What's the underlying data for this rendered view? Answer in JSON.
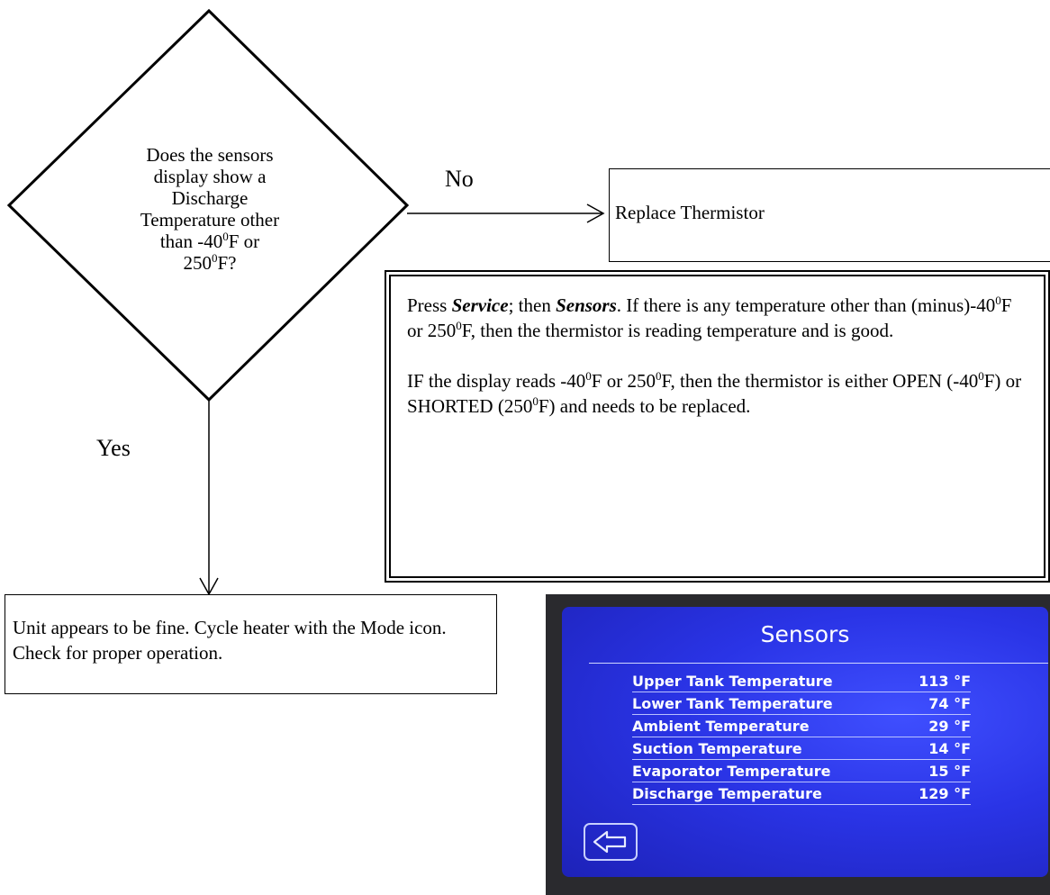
{
  "flowchart": {
    "decision": {
      "line1": "Does the sensors",
      "line2": "display show a",
      "line3": "Discharge",
      "line4": "Temperature other",
      "line5_pre": "than -40",
      "line5_sup": "0",
      "line5_post": "F or",
      "line6_pre": "250",
      "line6_sup": "0",
      "line6_post": "F?"
    },
    "edge_no_label": "No",
    "edge_yes_label": "Yes",
    "replace_box": "Replace Thermistor",
    "fine_box": "Unit appears to be fine. Cycle heater with the Mode icon. Check for proper operation."
  },
  "note": {
    "p1_a": "Press ",
    "p1_service": "Service",
    "p1_b": "; then ",
    "p1_sensors": "Sensors",
    "p1_c": ". If there is any temperature other than (minus)-40",
    "p1_sup1": "0",
    "p1_d": "F or 250",
    "p1_sup2": "0",
    "p1_e": "F, then the thermistor is reading temperature and is good.",
    "p2_a": "IF the display reads -40",
    "p2_sup1": "0",
    "p2_b": "F or 250",
    "p2_sup2": "0",
    "p2_c": "F, then the thermistor is either OPEN (-40",
    "p2_sup3": "0",
    "p2_d": "F) or SHORTED (250",
    "p2_sup4": "0",
    "p2_e": "F) and needs to be replaced."
  },
  "screen": {
    "title": "Sensors",
    "rows": [
      {
        "label": "Upper Tank Temperature",
        "value": "113 °F"
      },
      {
        "label": "Lower Tank Temperature",
        "value": "74 °F"
      },
      {
        "label": "Ambient Temperature",
        "value": "29 °F"
      },
      {
        "label": "Suction Temperature",
        "value": "14 °F"
      },
      {
        "label": "Evaporator Temperature",
        "value": "15 °F"
      },
      {
        "label": "Discharge Temperature",
        "value": "129 °F"
      }
    ],
    "back_icon": "back-arrow-icon"
  }
}
